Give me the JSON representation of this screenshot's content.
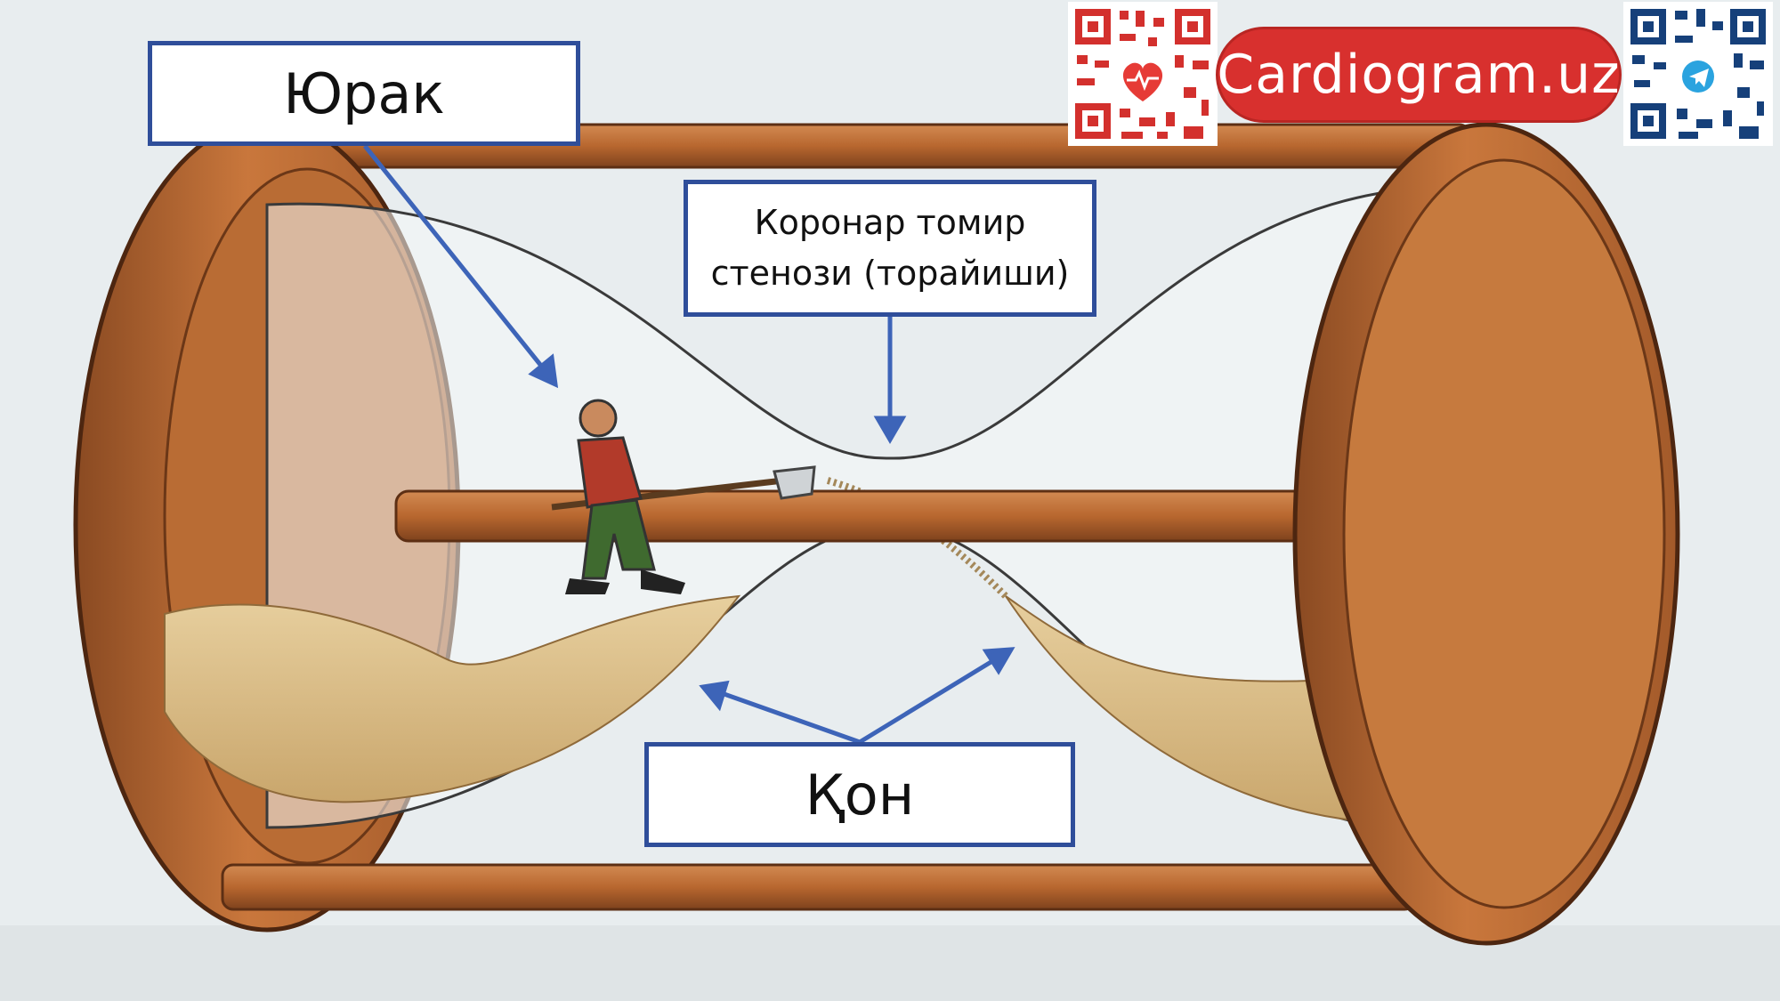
{
  "labels": {
    "heart": "Юрак",
    "stenosis_line1": "Коронар томир",
    "stenosis_line2": "стенози (торайиши)",
    "blood": "Қон"
  },
  "brand": {
    "site": "Cardiogram.uz"
  },
  "colors": {
    "label_border": "#2f4e9a",
    "arrow": "#3d64b8",
    "brand_red": "#d8302e",
    "wood": "#b5672f",
    "sand": "#dcc08c"
  },
  "icons": [
    "heart-pulse-icon",
    "telegram-icon",
    "qr-code-icon"
  ]
}
